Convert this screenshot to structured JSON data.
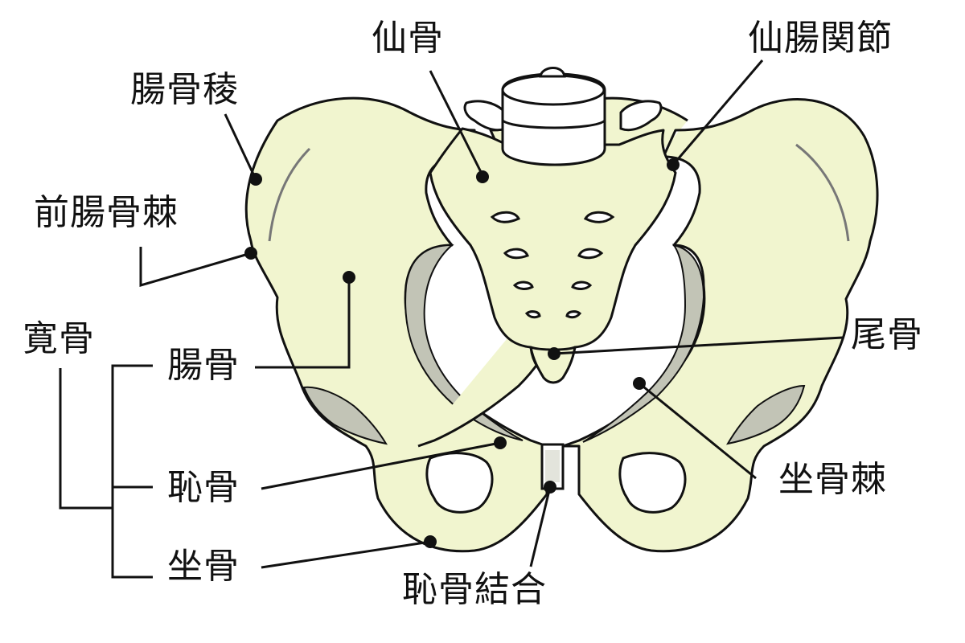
{
  "colors": {
    "bone_fill": "#f1f5cf",
    "bone_outline": "#111111",
    "shadow_fill": "#c2c4b6",
    "vertebra_fill": "#ffffff",
    "leader_line": "#111111",
    "background": "#ffffff"
  },
  "labels": {
    "sacrum": "仙骨",
    "sacroiliac_joint": "仙腸関節",
    "iliac_crest": "腸骨稜",
    "anterior_superior_iliac_spine": "前腸骨棘",
    "hip_bone": "寛骨",
    "ilium": "腸骨",
    "pubis": "恥骨",
    "ischium": "坐骨",
    "coccyx": "尾骨",
    "ischial_spine": "坐骨棘",
    "pubic_symphysis": "恥骨結合"
  }
}
